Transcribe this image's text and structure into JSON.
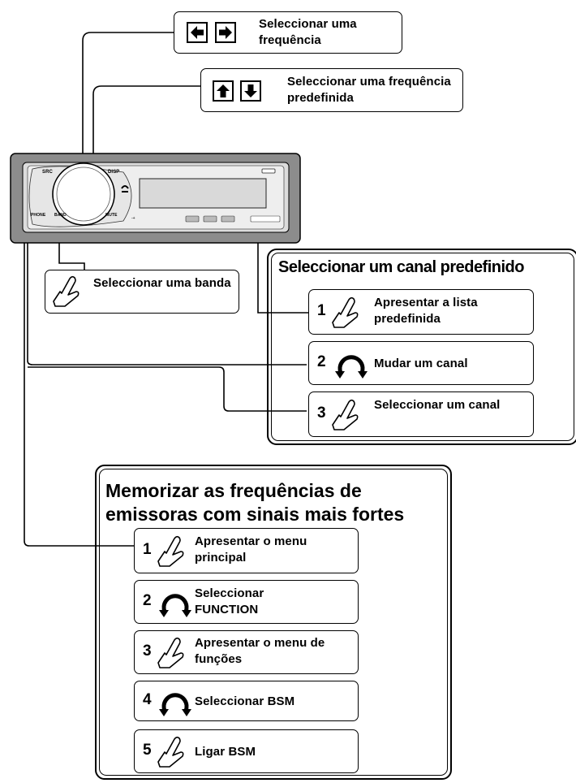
{
  "callouts": {
    "frequency": "Seleccionar uma frequência",
    "preset_frequency": "Seleccionar uma frequência predefinida",
    "band": "Seleccionar uma banda"
  },
  "preset_channel": {
    "title": "Seleccionar um canal predefinido",
    "steps": [
      {
        "num": "1",
        "icon": "press-hand-icon",
        "text": "Apresentar a lista predefinida"
      },
      {
        "num": "2",
        "icon": "rotate-dial-icon",
        "text": "Mudar um canal"
      },
      {
        "num": "3",
        "icon": "press-hand-icon",
        "text": "Seleccionar um canal"
      }
    ]
  },
  "bsm": {
    "title": "Memorizar as frequências de emissoras com sinais mais fortes",
    "steps": [
      {
        "num": "1",
        "icon": "press-hand-icon",
        "text": "Apresentar o menu principal"
      },
      {
        "num": "2",
        "icon": "rotate-dial-icon",
        "text": "Seleccionar FUNCTION"
      },
      {
        "num": "3",
        "icon": "press-hand-icon",
        "text": "Apresentar o menu de funções"
      },
      {
        "num": "4",
        "icon": "rotate-dial-icon",
        "text": "Seleccionar BSM"
      },
      {
        "num": "5",
        "icon": "press-hand-icon",
        "text": "Ligar BSM"
      }
    ]
  },
  "device": {
    "labels": {
      "src": "SRC",
      "disp": "DISP",
      "mute": "MUTE",
      "band": "BAND",
      "phone": "PHONE"
    }
  },
  "colors": {
    "panel": "#8a8a8a",
    "panel_light": "#cfcfcf",
    "line": "#000000"
  }
}
